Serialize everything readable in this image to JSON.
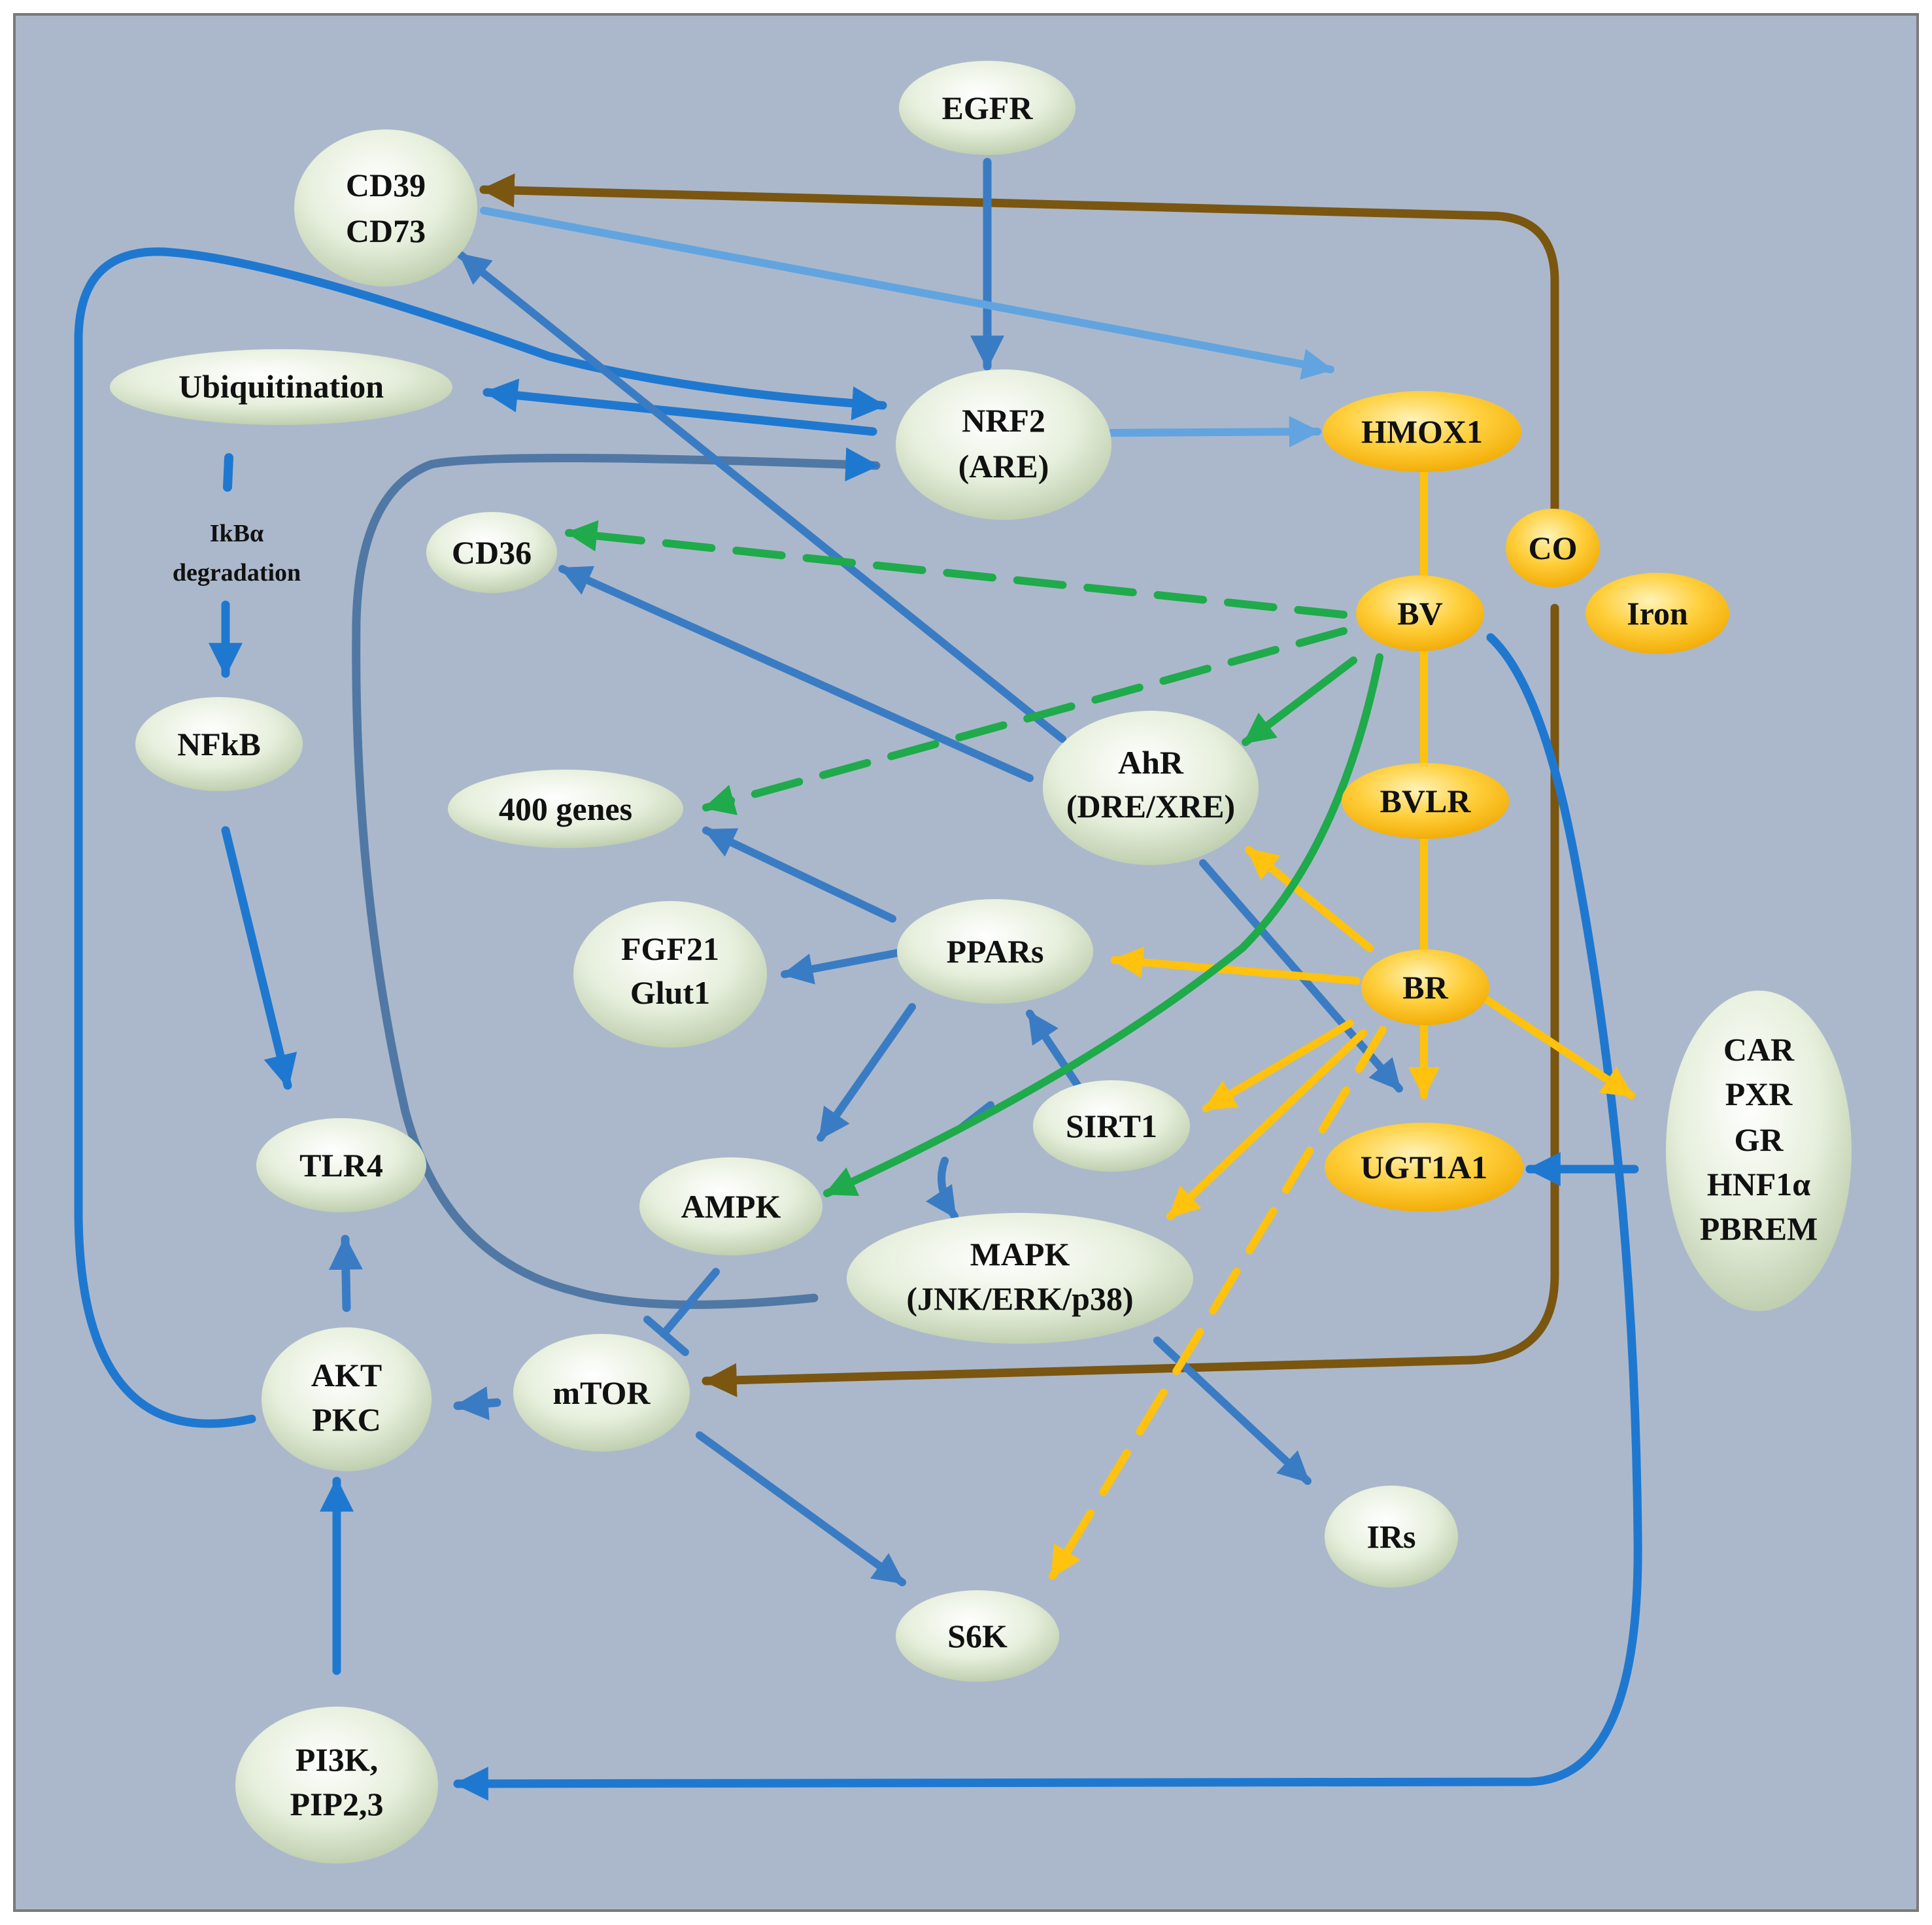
{
  "colors": {
    "background": "#abb8cb",
    "border": "#7a7a7a",
    "blue": "#3a7cc4",
    "blue_bright": "#1f78d0",
    "blue_light": "#62a4df",
    "blue_dark": "#5178a4",
    "yellow": "#ffc20e",
    "green": "#1faa4b",
    "brown": "#7a5610",
    "node_light": "#e4eedc",
    "node_yellow": "#ffcf3c"
  },
  "nodes": {
    "egfr": {
      "lines": [
        "EGFR"
      ],
      "color": "light"
    },
    "cd39_cd73": {
      "lines": [
        "CD39",
        "CD73"
      ],
      "color": "light"
    },
    "ubiquitination": {
      "lines": [
        "Ubiquitination"
      ],
      "color": "light"
    },
    "nrf2": {
      "lines": [
        "NRF2",
        "(ARE)"
      ],
      "color": "light"
    },
    "hmox1": {
      "lines": [
        "HMOX1"
      ],
      "color": "yellow"
    },
    "cd36": {
      "lines": [
        "CD36"
      ],
      "color": "light"
    },
    "co": {
      "lines": [
        "CO"
      ],
      "color": "yellow"
    },
    "bv": {
      "lines": [
        "BV"
      ],
      "color": "yellow"
    },
    "iron": {
      "lines": [
        "Iron"
      ],
      "color": "yellow"
    },
    "nfkb": {
      "lines": [
        "NFkB"
      ],
      "color": "light"
    },
    "ahr": {
      "lines": [
        "AhR",
        "(DRE/XRE)"
      ],
      "color": "light"
    },
    "genes400": {
      "lines": [
        "400 genes"
      ],
      "color": "light"
    },
    "bvlr": {
      "lines": [
        "BVLR"
      ],
      "color": "yellow"
    },
    "ppars": {
      "lines": [
        "PPARs"
      ],
      "color": "light"
    },
    "fgf21": {
      "lines": [
        "FGF21",
        "Glut1"
      ],
      "color": "light"
    },
    "br": {
      "lines": [
        "BR"
      ],
      "color": "yellow"
    },
    "car": {
      "lines": [
        "CAR",
        "PXR",
        "GR",
        "HNF1α",
        "PBREM"
      ],
      "color": "light"
    },
    "sirt1": {
      "lines": [
        "SIRT1"
      ],
      "color": "light"
    },
    "ugt1a1": {
      "lines": [
        "UGT1A1"
      ],
      "color": "yellow"
    },
    "tlr4": {
      "lines": [
        "TLR4"
      ],
      "color": "light"
    },
    "ampk": {
      "lines": [
        "AMPK"
      ],
      "color": "light"
    },
    "mapk": {
      "lines": [
        "MAPK",
        "(JNK/ERK/p38)"
      ],
      "color": "light"
    },
    "akt": {
      "lines": [
        "AKT",
        "PKC"
      ],
      "color": "light"
    },
    "mtor": {
      "lines": [
        "mTOR"
      ],
      "color": "light"
    },
    "irs": {
      "lines": [
        "IRs"
      ],
      "color": "light"
    },
    "s6k": {
      "lines": [
        "S6K"
      ],
      "color": "light"
    },
    "pi3k": {
      "lines": [
        "PI3K,",
        "PIP2,3"
      ],
      "color": "light"
    }
  },
  "edge_labels": {
    "ikb_line1": "IkBα",
    "ikb_line2": "degradation"
  }
}
